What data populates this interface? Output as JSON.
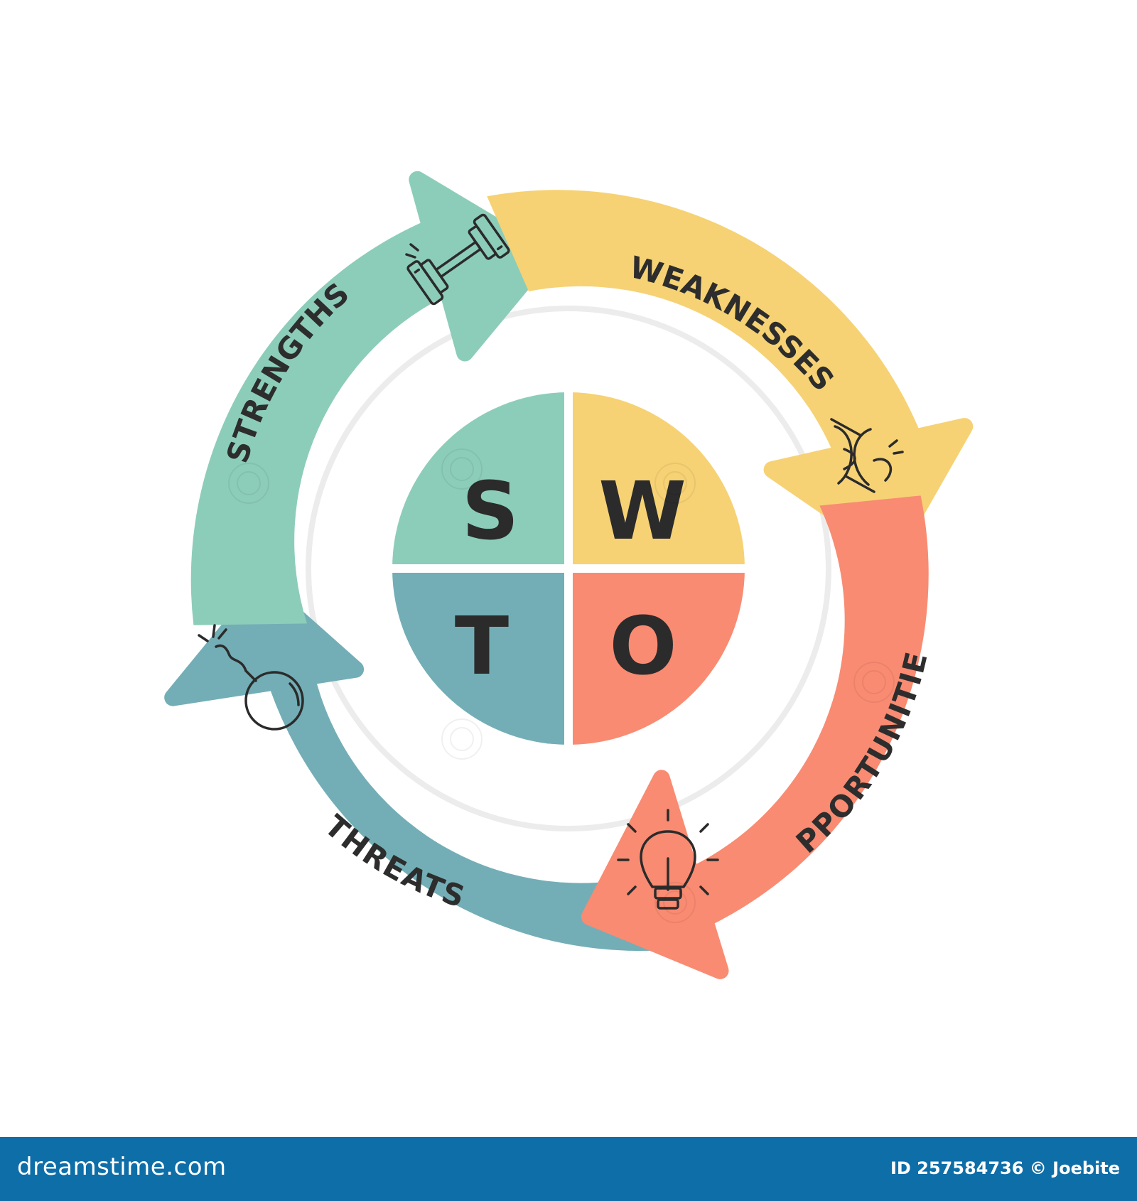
{
  "segments": [
    {
      "key": "strengths",
      "label": "STRENGTHS",
      "letter": "S",
      "color": "#8ccdb9",
      "icon": "dumbbell-icon"
    },
    {
      "key": "weaknesses",
      "label": "WEAKNESSES",
      "letter": "W",
      "color": "#f6d274",
      "icon": "broken-chain-icon"
    },
    {
      "key": "opportunities",
      "label": "OPPORTUNITIES",
      "letter": "O",
      "color": "#f98b72",
      "icon": "lightbulb-icon"
    },
    {
      "key": "threats",
      "label": "THREATS",
      "letter": "T",
      "color": "#73aeb6",
      "icon": "bomb-icon"
    }
  ],
  "footer": {
    "brand": "dreamstime.com",
    "stock_id": "ID 257584736 © Joebite",
    "background": "#0e6ea8"
  }
}
